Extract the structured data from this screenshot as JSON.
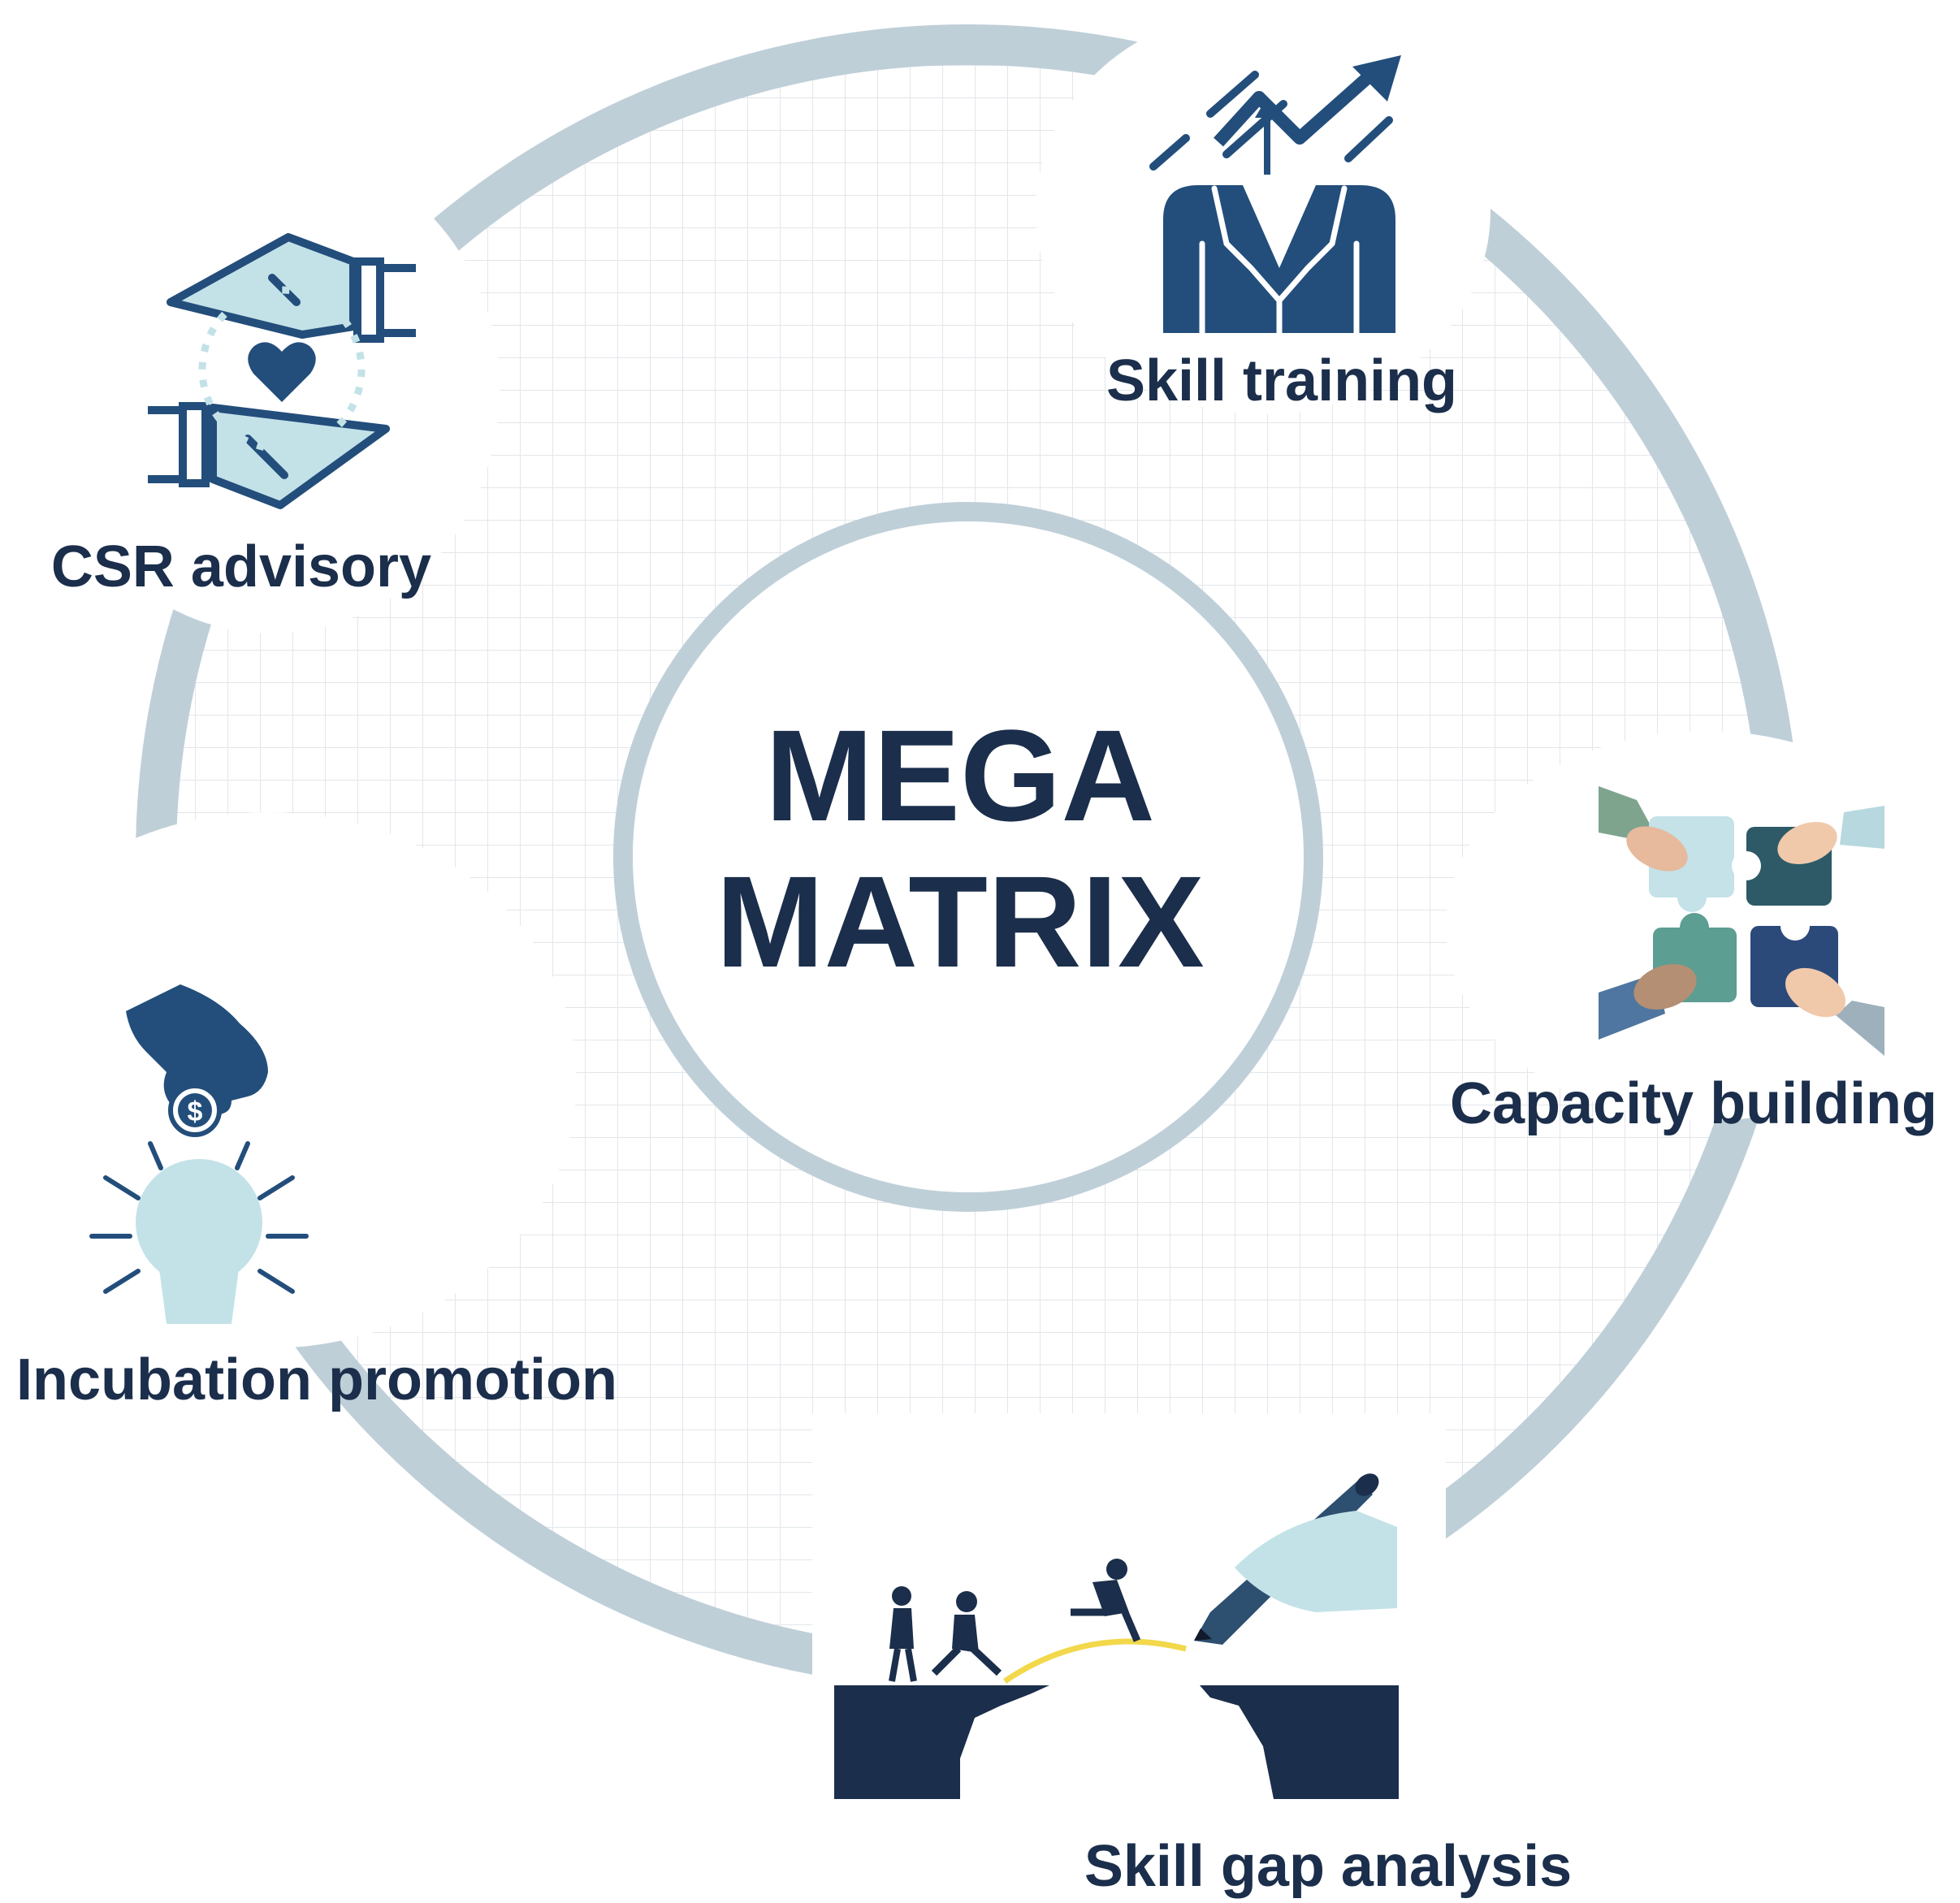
{
  "diagram": {
    "center": {
      "line1": "MEGA",
      "line2": "MATRIX"
    },
    "nodes": [
      {
        "id": "skill-training",
        "label": "Skill training",
        "icon": "business-growth-icon"
      },
      {
        "id": "capacity-building",
        "label": "Capacity building",
        "icon": "puzzle-hands-icon"
      },
      {
        "id": "skill-gap-analysis",
        "label": "Skill gap analysis",
        "icon": "bridge-gap-icon"
      },
      {
        "id": "incubation-promotion",
        "label": "Incubation promotion",
        "icon": "funding-idea-icon"
      },
      {
        "id": "csr-advisory",
        "label": "CSR advisory",
        "icon": "caring-hands-icon"
      }
    ]
  },
  "colors": {
    "text_dark": "#1b2e4b",
    "ring": "#bfcfd8",
    "icon_navy": "#234e7b",
    "icon_light": "#c3e2e8",
    "grid": "#e3e6ea"
  }
}
